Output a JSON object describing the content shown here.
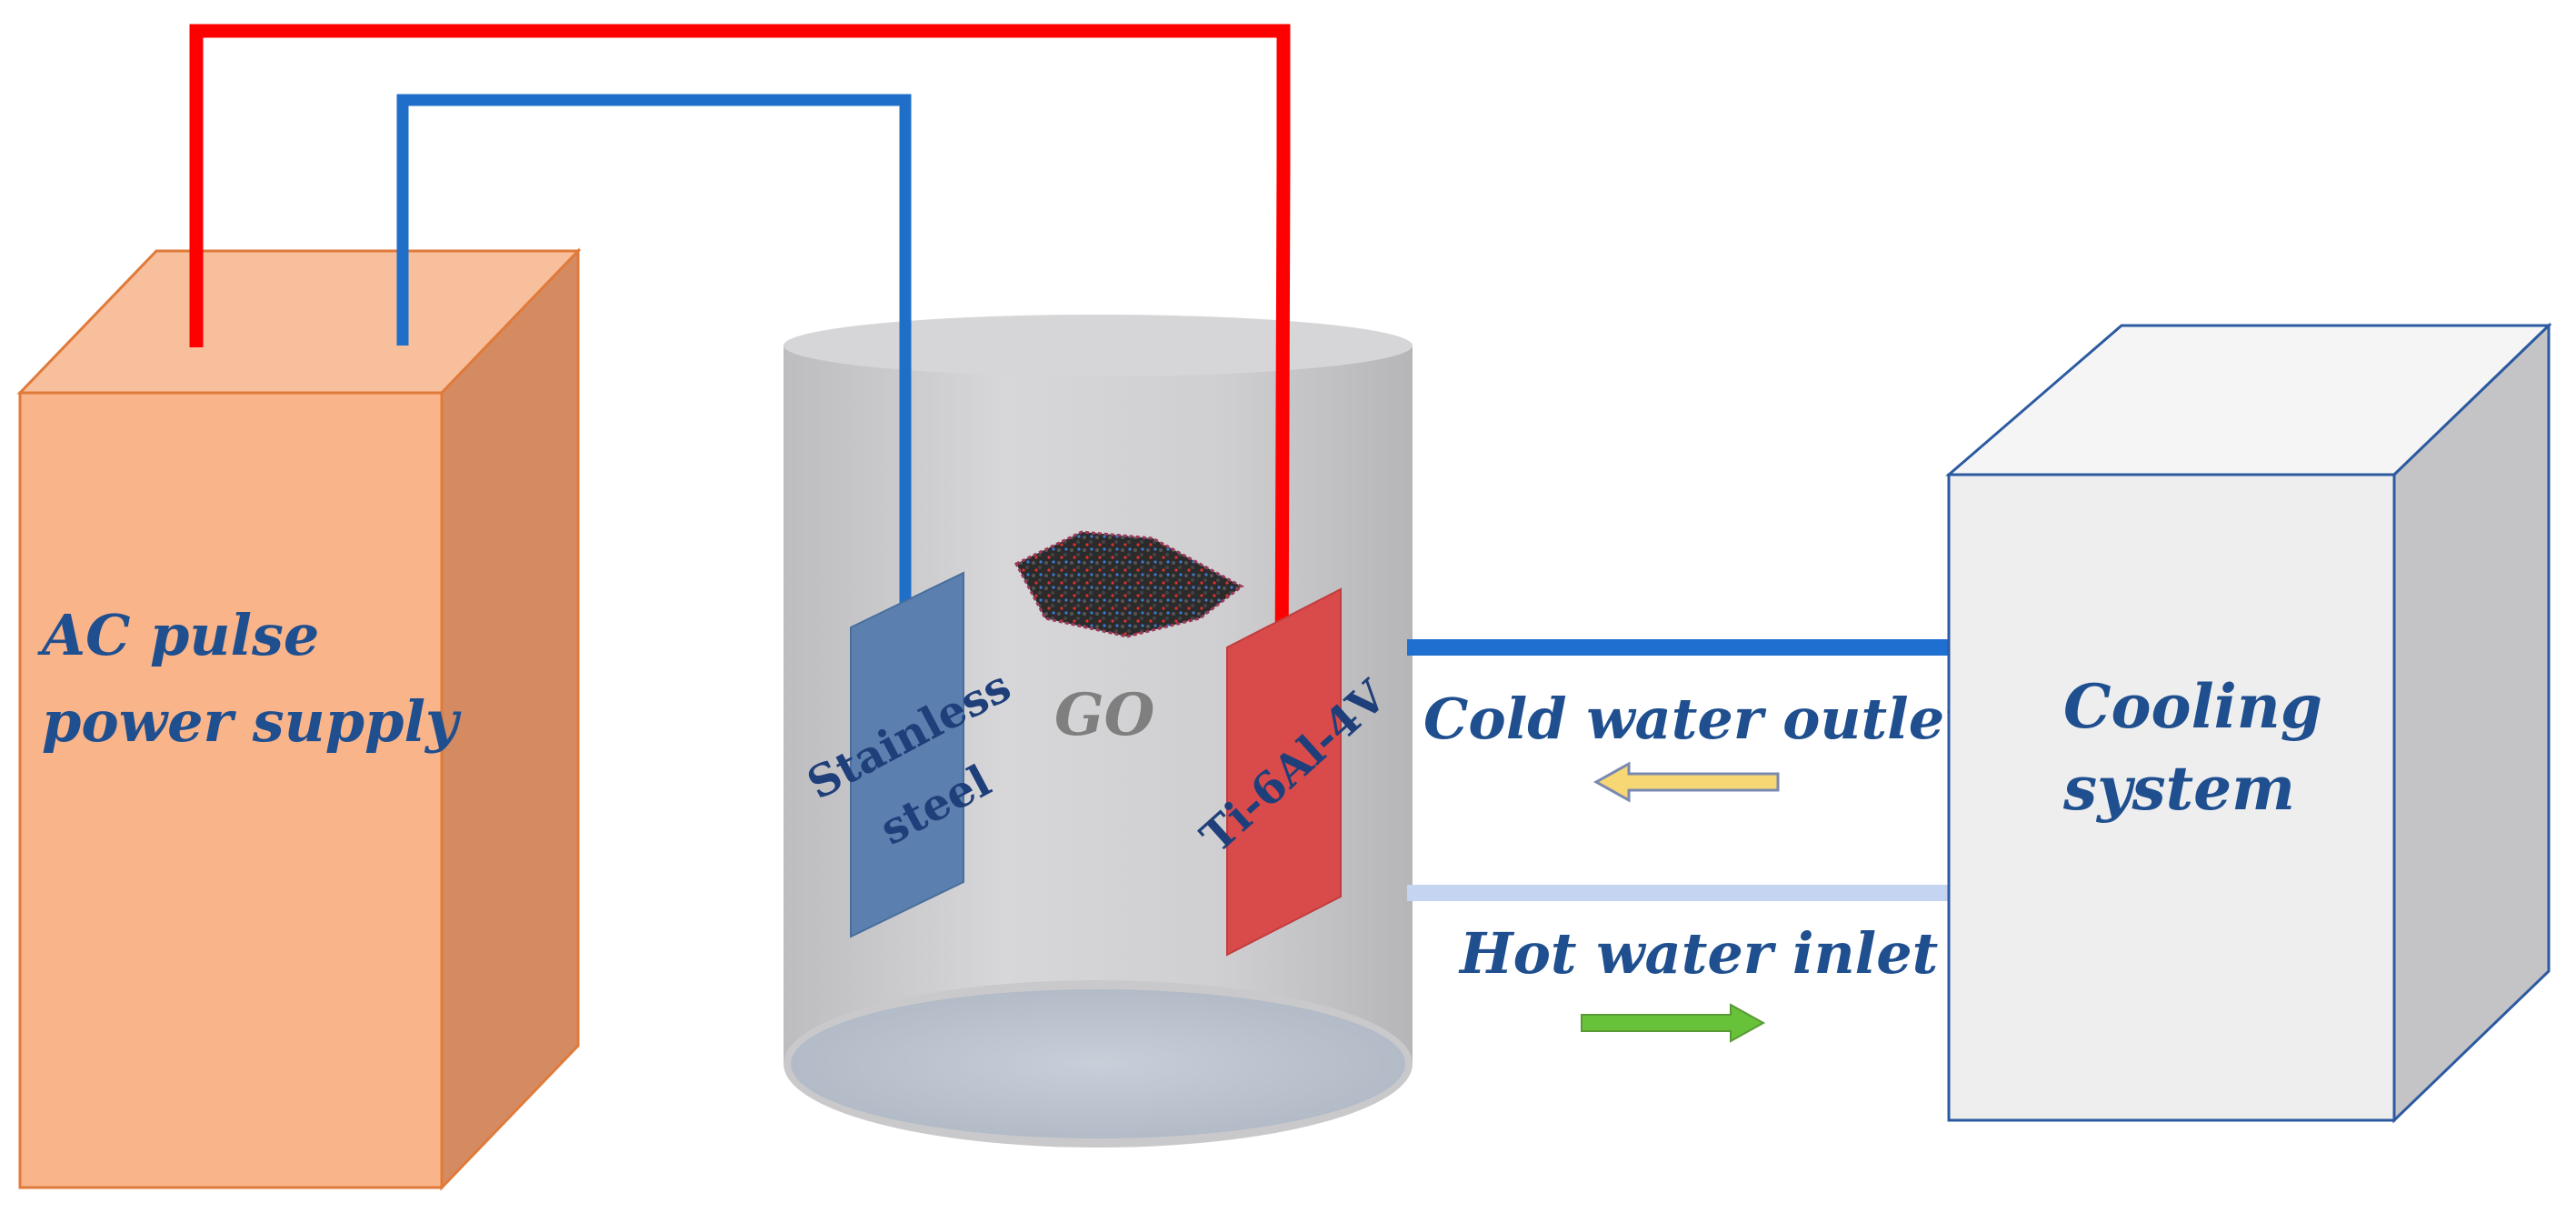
{
  "power_supply": {
    "label_line1": "AC pulse",
    "label_line2": "power supply"
  },
  "electrolyte": {
    "particle_label": "GO"
  },
  "cathode": {
    "label_line1": "Stainless",
    "label_line2": "steel"
  },
  "anode": {
    "label": "Ti-6Al-4V"
  },
  "cooling_system": {
    "label_line1": "Cooling",
    "label_line2": "system"
  },
  "flow": {
    "cold_label": "Cold water outlet",
    "hot_label": "Hot water inlet"
  },
  "colors": {
    "power_supply_front": "#f9b48a",
    "power_supply_side": "#d58b62",
    "power_supply_edge": "#e07a3a",
    "positive_wire": "#ff0000",
    "negative_wire": "#1f6fc8",
    "beaker": "#c9c9cb",
    "cathode_plate": "#5b7fae",
    "anode_plate": "#d94b4b",
    "cooling_front": "#eeeeef",
    "cooling_side": "#c4c4c6",
    "cooling_edge": "#2c5aa0",
    "cold_pipe": "#1f6fd0",
    "hot_pipe": "#c5d4f0",
    "cold_arrow": "#f7d774",
    "hot_arrow": "#67c23a",
    "label_text": "#1f4f8f"
  }
}
